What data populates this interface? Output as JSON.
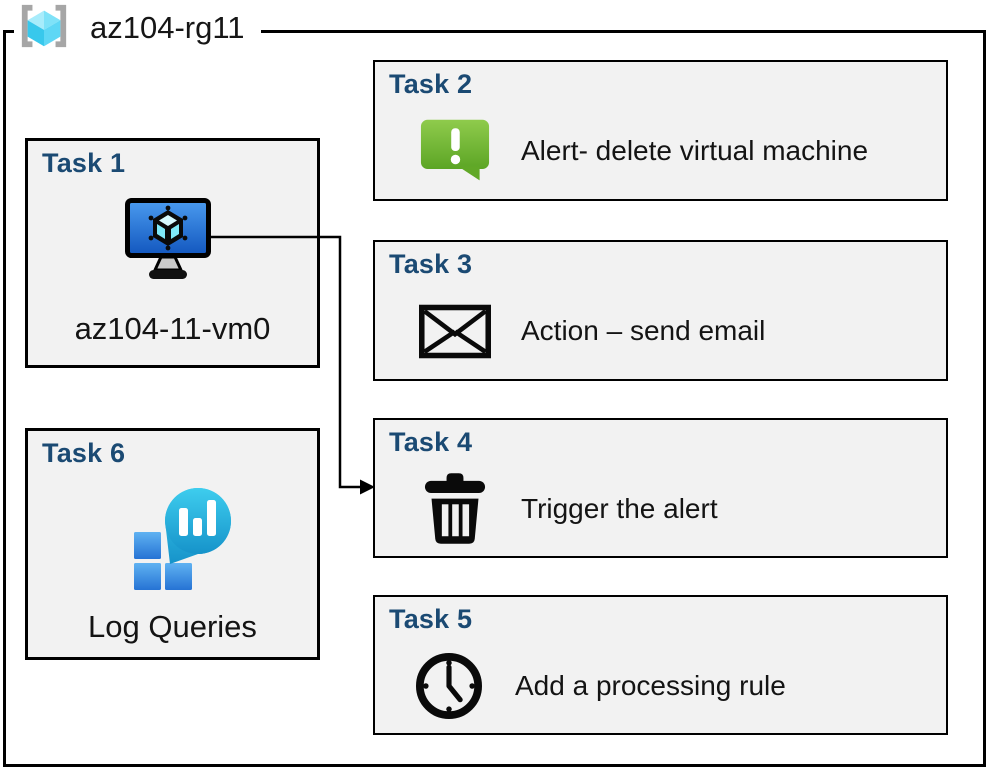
{
  "resource_group": {
    "name": "az104-rg11",
    "icon": "resource-group-icon"
  },
  "tasks": [
    {
      "title": "Task 1",
      "label": "az104-11-vm0",
      "icon": "virtual-machine-icon"
    },
    {
      "title": "Task 2",
      "label": "Alert- delete virtual machine",
      "icon": "alert-message-icon"
    },
    {
      "title": "Task 3",
      "label": "Action – send email",
      "icon": "email-envelope-icon"
    },
    {
      "title": "Task 4",
      "label": "Trigger the alert",
      "icon": "trash-delete-icon"
    },
    {
      "title": "Task 5",
      "label": "Add a processing rule",
      "icon": "clock-icon"
    },
    {
      "title": "Task 6",
      "label": "Log Queries",
      "icon": "log-analytics-icon"
    }
  ],
  "connector": {
    "from": "Task 1",
    "to": "Task 4"
  },
  "colors": {
    "task_title_blue": "#1B4A73",
    "box_fill": "#F2F2F2",
    "border_black": "#000000",
    "alert_green_light": "#8FCB4C",
    "alert_green_dark": "#5CA525",
    "vm_screen_blue_light": "#4A9BEF",
    "vm_screen_blue_dark": "#1256BE",
    "log_teal_light": "#3ECDEE",
    "log_teal_dark": "#1693CA",
    "log_square_blue_light": "#5FB2F2",
    "log_square_blue_dark": "#2673D4",
    "rg_bracket_gray": "#A6A6A6",
    "rg_cube_top": "#A8ECFB",
    "rg_cube_left": "#38C8EC",
    "rg_cube_right": "#5ED7F5"
  }
}
